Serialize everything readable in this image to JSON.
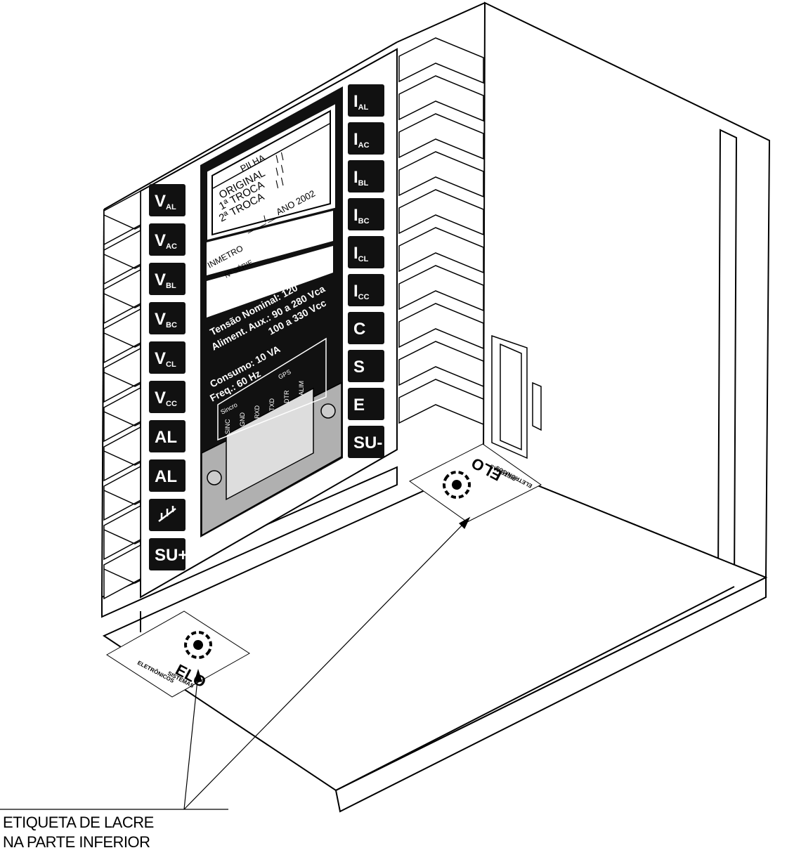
{
  "left_terminals": [
    {
      "main": "V",
      "sub": "AL"
    },
    {
      "main": "V",
      "sub": "AC"
    },
    {
      "main": "V",
      "sub": "BL"
    },
    {
      "main": "V",
      "sub": "BC"
    },
    {
      "main": "V",
      "sub": "CL"
    },
    {
      "main": "V",
      "sub": "CC"
    },
    {
      "main": "AL",
      "sub": ""
    },
    {
      "main": "AL",
      "sub": ""
    },
    {
      "main": "",
      "sub": "",
      "icon": "ground-symbol-icon"
    },
    {
      "main": "SU+",
      "sub": ""
    }
  ],
  "right_terminals": [
    {
      "main": "I",
      "sub": "AL"
    },
    {
      "main": "I",
      "sub": "AC"
    },
    {
      "main": "I",
      "sub": "BL"
    },
    {
      "main": "I",
      "sub": "BC"
    },
    {
      "main": "I",
      "sub": "CL"
    },
    {
      "main": "I",
      "sub": "CC"
    },
    {
      "main": "C",
      "sub": ""
    },
    {
      "main": "S",
      "sub": ""
    },
    {
      "main": "E",
      "sub": ""
    },
    {
      "main": "SU-",
      "sub": ""
    }
  ],
  "panel": {
    "pilha_title": "PILHA",
    "original": "ORIGINAL",
    "troca1": "1ª TROCA",
    "troca2": "2ª TROCA",
    "slashes": "/   /",
    "date_line": "____/__  ANO 2002",
    "inmetro": "INMETRO",
    "serie": "Nº SÉRIE",
    "tensao": "Tensão Nominal: 120",
    "aliment": "Aliment. Aux.: 90 a 280 Vca",
    "aliment2": "100 a 330 Vcc",
    "consumo": "Consumo: 10 VA",
    "freq": "Freq.: 60 Hz",
    "sincro": "Sincro",
    "gps": "GPS",
    "pins": [
      "SINC",
      "GND",
      "RXD",
      "TXD",
      "DTR",
      "ALIM"
    ]
  },
  "seal_label": {
    "brand": "ELO",
    "line1": "SISTEMAS",
    "line2": "ELETRÔNICOS"
  },
  "callout": {
    "line1": "ETIQUETA DE LACRE",
    "line2": "NA PARTE INFERIOR"
  }
}
